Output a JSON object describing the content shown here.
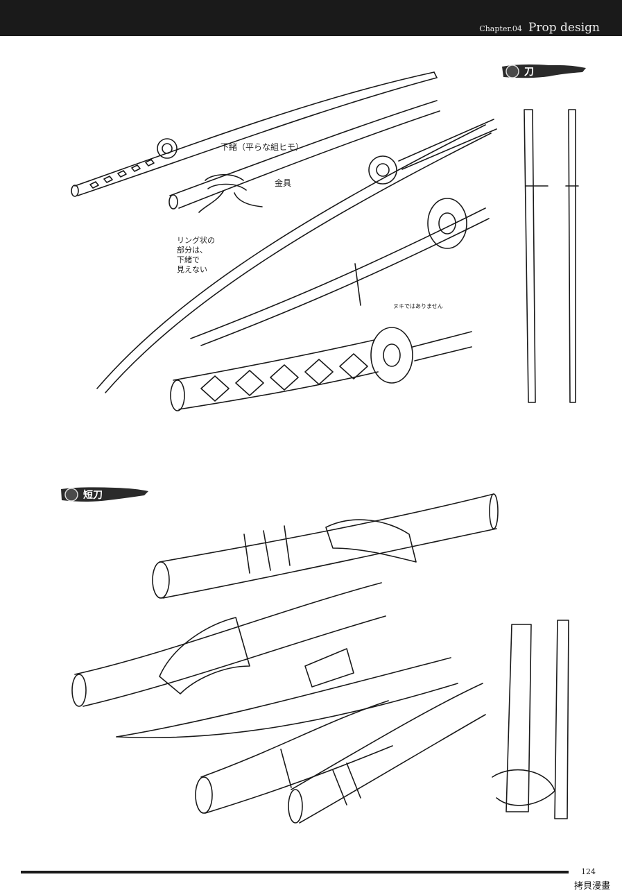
{
  "header": {
    "chapter": "Chapter.04",
    "title": "Prop design"
  },
  "sections": [
    {
      "label": "刀"
    },
    {
      "label": "短刀"
    }
  ],
  "notes": {
    "sageo": "下緒（平らな組ヒモ）",
    "kanagu": "金具",
    "ring": [
      "リング状の",
      "部分は、",
      "下緒で",
      "見えない"
    ],
    "nuki": "ヌキではありません"
  },
  "footer": {
    "page": "124",
    "watermark": "拷貝漫畫"
  }
}
